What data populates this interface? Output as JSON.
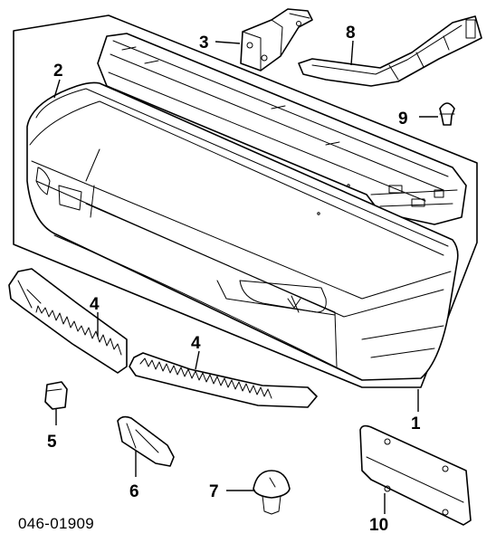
{
  "diagram": {
    "drawing_code": "046-01909",
    "callouts": [
      "1",
      "2",
      "3",
      "4",
      "4",
      "5",
      "6",
      "7",
      "8",
      "9",
      "10"
    ]
  }
}
